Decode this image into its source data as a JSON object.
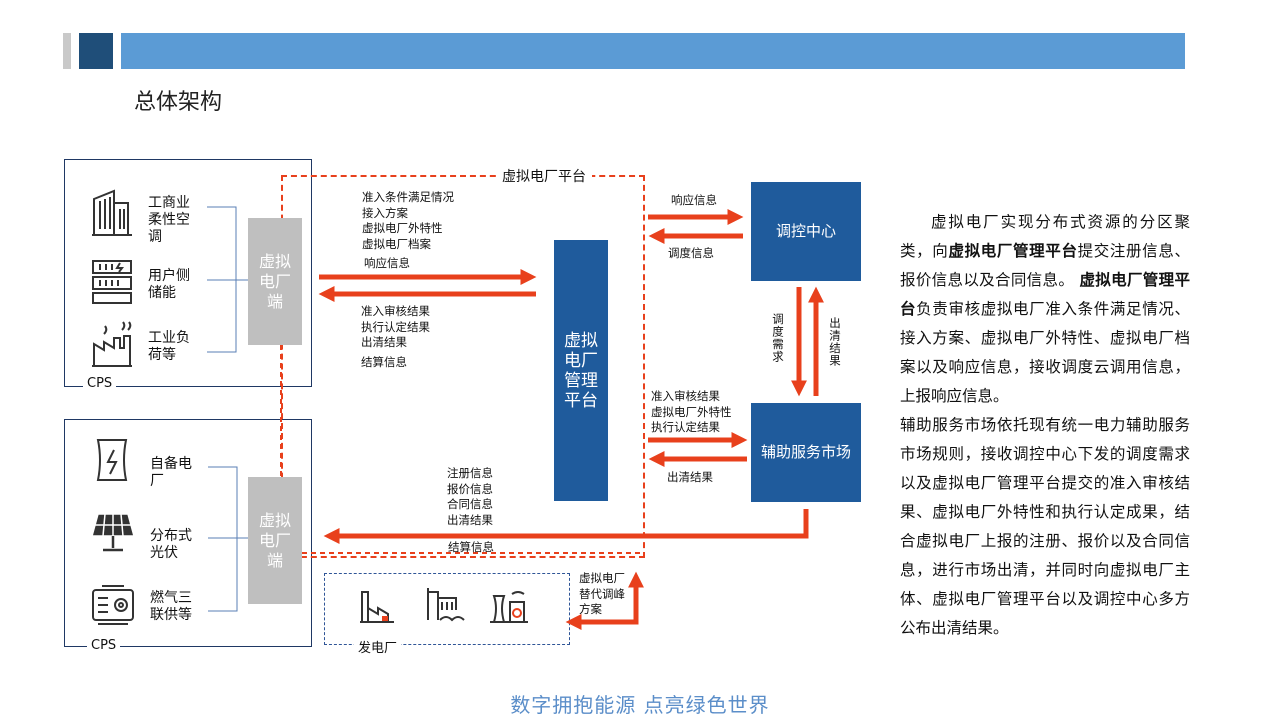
{
  "header": {
    "title": "总体架构"
  },
  "cps_top": {
    "label": "CPS",
    "sources": [
      "工商业柔性空调",
      "用户侧储能",
      "工业负荷等"
    ],
    "vpp_end_label": "虚拟电厂端"
  },
  "cps_bottom": {
    "label": "CPS",
    "sources": [
      "自备电厂",
      "分布式光伏",
      "燃气三联供等"
    ],
    "vpp_end_label": "虚拟电厂端"
  },
  "platform": {
    "label": "虚拟电厂平台",
    "management_label": "虚拟电厂管理平台"
  },
  "dispatch_center": {
    "label": "调控中心"
  },
  "aux_market": {
    "label": "辅助服务市场"
  },
  "flows": {
    "to_platform": [
      "准入条件满足情况",
      "接入方案",
      "虚拟电厂外特性",
      "虚拟电厂档案",
      "响应信息"
    ],
    "from_platform": [
      "准入审核结果",
      "执行认定结果",
      "出清结果",
      "结算信息"
    ],
    "platform_to_dispatch": "响应信息",
    "dispatch_to_platform": "调度信息",
    "dispatch_to_aux": "调度需求",
    "aux_to_dispatch": "出清结果",
    "platform_to_aux": [
      "准入审核结果",
      "虚拟电厂外特性",
      "执行认定结果"
    ],
    "aux_to_platform": "出清结果",
    "bottom_to_aux": [
      "注册信息",
      "报价信息",
      "合同信息",
      "出清结果"
    ],
    "settlement": "结算信息",
    "plant_replace": [
      "虚拟电厂",
      "替代调峰",
      "方案"
    ]
  },
  "power_plant": {
    "label": "发电厂"
  },
  "description": {
    "p1_prefix": "虚拟电厂实现分布式资源的分区聚类，向",
    "p1_bold1": "虚拟电厂管理平台",
    "p1_mid": "提交注册信息、报价信息以及合同信息。",
    "p1_bold2": "虚拟电厂管理平台",
    "p1_suffix": "负责审核虚拟电厂准入条件满足情况、接入方案、虚拟电厂外特性、虚拟电厂档案以及响应信息，接收调度云调用信息，上报响应信息。",
    "p2": "辅助服务市场依托现有统一电力辅助服务市场规则，接收调控中心下发的调度需求以及虚拟电厂管理平台提交的准入审核结果、虚拟电厂外特性和执行认定成果，结合虚拟电厂上报的注册、报价以及合同信息，进行市场出清，并同时向虚拟电厂主体、虚拟电厂管理平台以及调控中心多方公布出清结果。"
  },
  "footer": {
    "slogan": "数字拥抱能源  点亮绿色世界"
  },
  "colors": {
    "arrow": "#e8401c",
    "block": "#1f5b9c",
    "header": "#5b9bd5",
    "vpp_end": "#bfbfbf"
  },
  "icons": [
    "office-building-icon",
    "battery-storage-icon",
    "factory-icon",
    "power-plant-icon",
    "solar-panel-icon",
    "gas-generator-icon",
    "coal-plant-icon",
    "hydro-plant-icon",
    "nuclear-plant-icon"
  ]
}
